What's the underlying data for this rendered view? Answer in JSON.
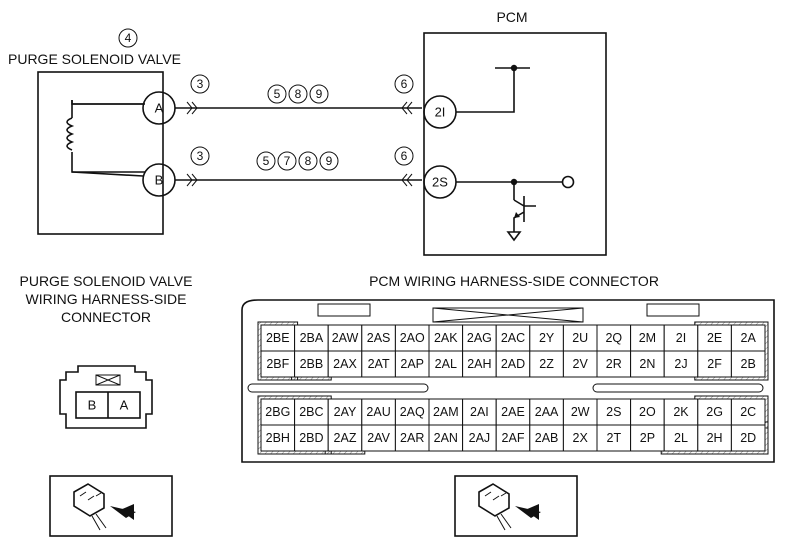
{
  "circle_numbers": {
    "top_left": "4",
    "valve_a_left": "3",
    "valve_b_left": "3",
    "pcm_a_side": "6",
    "pcm_b_side": "6",
    "wire_a": [
      "5",
      "8",
      "9"
    ],
    "wire_b": [
      "5",
      "7",
      "8",
      "9"
    ]
  },
  "labels": {
    "pcm": "PCM",
    "purge_solenoid_valve": "PURGE SOLENOID VALVE",
    "valve_connector_title": [
      "PURGE SOLENOID VALVE",
      "WIRING HARNESS-SIDE",
      "CONNECTOR"
    ],
    "pcm_connector_title": "PCM WIRING HARNESS-SIDE CONNECTOR"
  },
  "valve_terminals": {
    "a": "A",
    "b": "B"
  },
  "pcm_terminals": {
    "t1": "2I",
    "t2": "2S"
  },
  "small_connector_pins": [
    "B",
    "A"
  ],
  "pcm_connector_rows": [
    [
      "2BE",
      "2BA",
      "2AW",
      "2AS",
      "2AO",
      "2AK",
      "2AG",
      "2AC",
      "2Y",
      "2U",
      "2Q",
      "2M",
      "2I",
      "2E",
      "2A"
    ],
    [
      "2BF",
      "2BB",
      "2AX",
      "2AT",
      "2AP",
      "2AL",
      "2AH",
      "2AD",
      "2Z",
      "2V",
      "2R",
      "2N",
      "2J",
      "2F",
      "2B"
    ],
    [
      "2BG",
      "2BC",
      "2AY",
      "2AU",
      "2AQ",
      "2AM",
      "2AI",
      "2AE",
      "2AA",
      "2W",
      "2S",
      "2O",
      "2K",
      "2G",
      "2C"
    ],
    [
      "2BH",
      "2BD",
      "2AZ",
      "2AV",
      "2AR",
      "2AN",
      "2AJ",
      "2AF",
      "2AB",
      "2X",
      "2T",
      "2P",
      "2L",
      "2H",
      "2D"
    ]
  ]
}
